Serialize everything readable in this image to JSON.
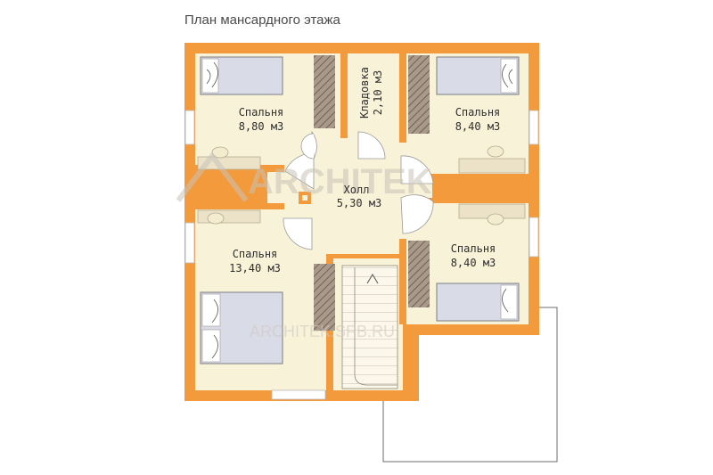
{
  "title": "План мансардного этажа",
  "rooms": {
    "bedroom_top_left": {
      "name": "Спальня",
      "area": "8,80 м3"
    },
    "storage": {
      "name": "Кладовка",
      "area": "2,10 м3"
    },
    "bedroom_top_right": {
      "name": "Спальня",
      "area": "8,40 м3"
    },
    "hall": {
      "name": "Холл",
      "area": "5,30 м3"
    },
    "bedroom_bottom_left": {
      "name": "Спальня",
      "area": "13,40 м3"
    },
    "bedroom_bottom_right": {
      "name": "Спальня",
      "area": "8,40 м3"
    }
  },
  "watermark": {
    "brand": "ARCHITEK",
    "url": "ARCHITEK.SPB.RU"
  },
  "colors": {
    "wall": "#f39a3c",
    "floor": "#f8f2d8",
    "wardrobe": "#8a7d6d",
    "bed": "#d9dbe6"
  }
}
